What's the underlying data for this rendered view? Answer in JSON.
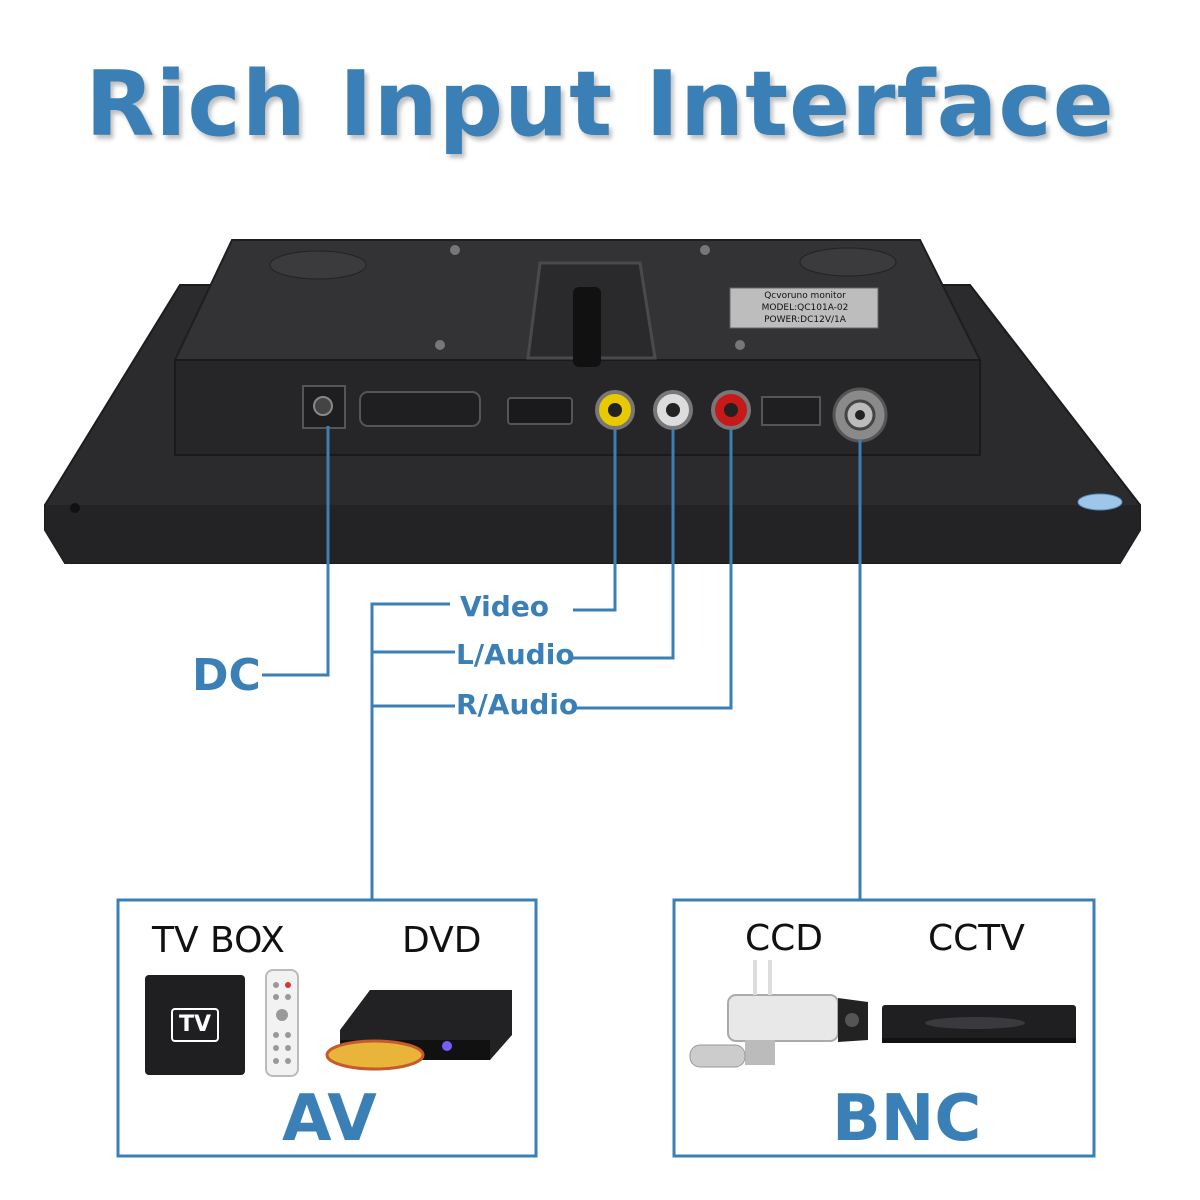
{
  "title": "Rich Input Interface",
  "label_line1": "Qcvoruno monitor",
  "label_line2": "MODEL:QC101A-02",
  "label_line3": "POWER:DC12V/1A",
  "ports": {
    "dc": "DC",
    "video": "Video",
    "l_audio": "L/Audio",
    "r_audio": "R/Audio"
  },
  "av_box": {
    "item1": "TV BOX",
    "item2": "DVD",
    "tv_icon_text": "TV",
    "footer": "AV"
  },
  "bnc_box": {
    "item1": "CCD",
    "item2": "CCTV",
    "footer": "BNC"
  },
  "colors": {
    "accent": "#3a7fb5",
    "device": "#2b2b2d"
  }
}
